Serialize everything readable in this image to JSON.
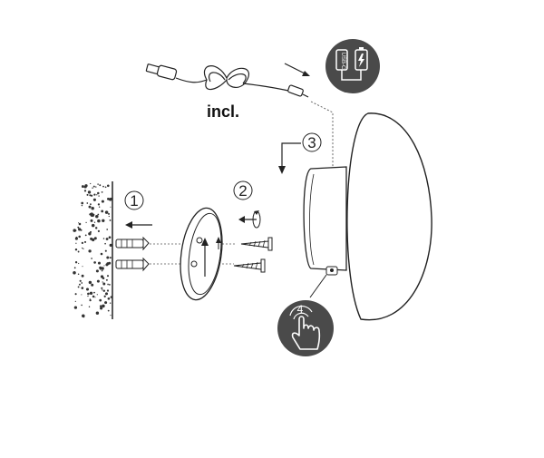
{
  "cable": {
    "label": "incl."
  },
  "steps": [
    {
      "number": "1"
    },
    {
      "number": "2"
    },
    {
      "number": "3"
    },
    {
      "number": "4"
    }
  ],
  "usb_icon": {
    "text": "USB-C",
    "name": "usb-battery-icon"
  },
  "touch_icon": {
    "name": "touch-finger-icon"
  },
  "colors": {
    "line": "#222222",
    "icon_fill": "#4a4a4a",
    "dust": "#333333"
  }
}
